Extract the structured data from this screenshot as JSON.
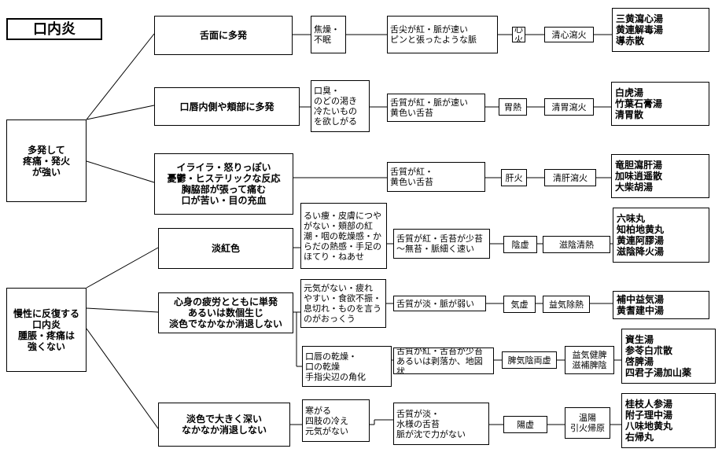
{
  "title": "口内炎",
  "categories": {
    "acute": "多発して\n疼痛・発火\nが強い",
    "chronic": "慢性に反復する\n口内炎\n腫脹・疼痛は\n強くない"
  },
  "rows": [
    {
      "symptom": "舌面に多発",
      "detail": "焦燥・\n不眠",
      "tongue": "舌尖が紅・脈が速い\nピンと張ったような脈",
      "pattern": "心火",
      "treatment": "清心瀉火",
      "formulas": "三黄瀉心湯\n黄連解毒湯\n導赤散"
    },
    {
      "symptom": "口唇内側や頬部に多発",
      "detail": "口臭・\nのどの渇き\n冷たいもの\nを欲しがる",
      "tongue": "舌質が紅・脈が速い\n黄色い舌苔",
      "pattern": "胃熱",
      "treatment": "清胃瀉火",
      "formulas": "白虎湯\n竹葉石膏湯\n清胃散"
    },
    {
      "symptom": "イライラ・怒りっぽい\n憂鬱・ヒステリックな反応\n胸脇部が張って痛む\n口が苦い・目の充血",
      "tongue": "舌質が紅・\n黄色い舌苔",
      "pattern": "肝火",
      "treatment": "清肝瀉火",
      "formulas": "竜胆瀉肝湯\n加味逍遥散\n大柴胡湯"
    },
    {
      "symptom": "淡紅色",
      "detail": "るい痩・皮膚につや\nがない・頬部の紅\n潮・咽の乾燥感・か\nらだの熱感・手足の\nほてり・ねあせ",
      "tongue": "舌質が紅・舌苔が少苔\n～無苔・脈細く速い",
      "pattern": "陰虚",
      "treatment": "滋陰清熱",
      "formulas": "六味丸\n知柏地黄丸\n黄連阿膠湯\n滋陰降火湯"
    },
    {
      "symptom": "心身の疲労とともに単発\nあるいは数個生じ\n淡色でなかなか消退しない",
      "detail": "元気がない・疲れ\nやすい・食欲不振・\n息切れ・ものを言う\nのがおっくう",
      "tongue": "舌質が淡・脈が弱い",
      "pattern": "気虚",
      "treatment": "益気除熱",
      "formulas": "補中益気湯\n黄耆建中湯"
    },
    {
      "detail": "口唇の乾燥・\n口の乾燥\n手指尖辺の角化",
      "tongue": "舌質が紅・舌苔が少苔\nあるいは剥落か、地図状",
      "pattern": "脾気陰両虚",
      "treatment": "益気健脾\n滋補脾陰",
      "formulas": "資生湯\n参苓白朮散\n啓脾湯\n四君子湯加山薬"
    },
    {
      "symptom": "淡色で大きく深い\nなかなか消退しない",
      "detail": "寒がる\n四肢の冷え\n元気がない",
      "tongue": "舌質が淡・\n水様の舌苔\n脈が沈で力がない",
      "pattern": "陽虚",
      "treatment": "温陽\n引火帰原",
      "formulas": "桂枝人参湯\n附子理中湯\n八味地黄丸\n右帰丸"
    }
  ]
}
